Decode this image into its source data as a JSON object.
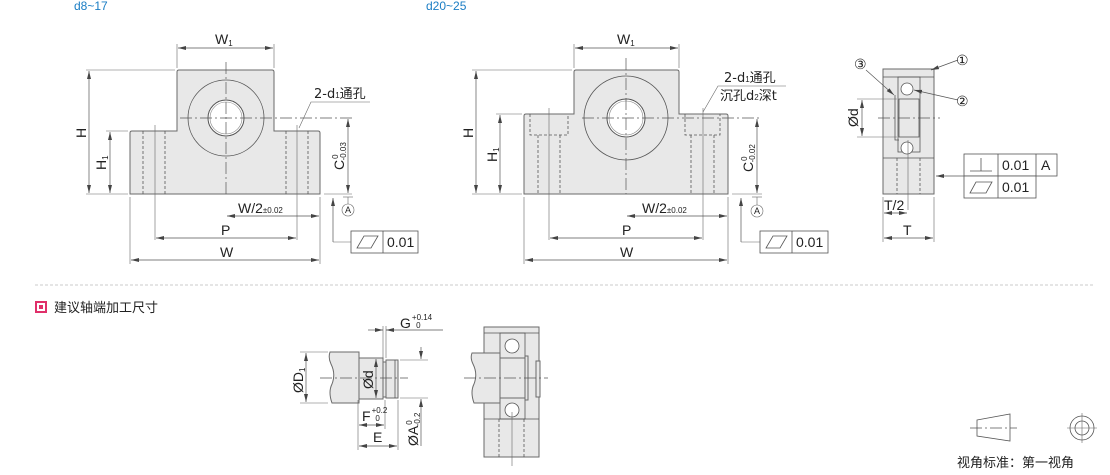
{
  "colors": {
    "part_fill": "#e8e8e8",
    "line": "#555555",
    "variant_label": "#1a7dc4",
    "legend_icon": "#e0306a"
  },
  "views": {
    "small": {
      "range_label": "d8~17",
      "w1": {
        "main": "W",
        "sub": "1"
      },
      "h": "H",
      "h1": {
        "main": "H",
        "sub": "1"
      },
      "c": {
        "main": "C",
        "upper": "0",
        "lower": "-0.03"
      },
      "hole_note": {
        "a": "2-d",
        "sub": "1",
        "b": "通孔"
      },
      "w_half": {
        "main": "W/2",
        "tol": "±0.02"
      },
      "p": "P",
      "w": "W",
      "datum": "A",
      "flatness": "0.01"
    },
    "large": {
      "range_label": "d20~25",
      "w1": {
        "main": "W",
        "sub": "1"
      },
      "h": "H",
      "h1": {
        "main": "H",
        "sub": "1"
      },
      "c": {
        "main": "C",
        "upper": "0",
        "lower": "-0.02"
      },
      "hole_note": {
        "a": "2-d",
        "sub": "1",
        "b": "通孔"
      },
      "counterbore_note": {
        "a": "沉孔d",
        "sub": "2",
        "b": "深t"
      },
      "w_half": {
        "main": "W/2",
        "tol": "±0.02"
      },
      "p": "P",
      "w": "W",
      "datum": "A",
      "flatness": "0.01"
    },
    "side": {
      "callouts": [
        "①",
        "②",
        "③"
      ],
      "bore": "Ød",
      "t_half": "T/2",
      "t": "T",
      "perpendicularity": {
        "value": "0.01",
        "datum": "A"
      },
      "flatness": "0.01"
    }
  },
  "section": {
    "title": "建议轴端加工尺寸"
  },
  "shaft_end": {
    "d1": {
      "main": "ØD",
      "sub": "1"
    },
    "d": "Ød",
    "g": {
      "main": "G",
      "upper": "+0.14",
      "lower": "0"
    },
    "f": {
      "main": "F",
      "upper": "+0.2",
      "lower": "0"
    },
    "e": "E",
    "a": {
      "main": "ØA",
      "upper": "0",
      "lower": "-0.2"
    }
  },
  "projection": {
    "label": "视角标准：第一视角"
  }
}
